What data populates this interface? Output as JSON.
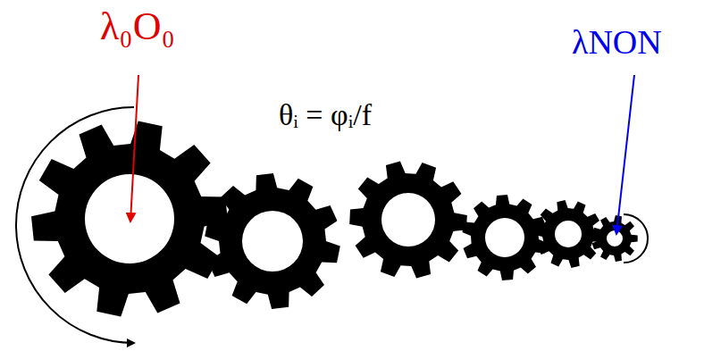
{
  "diagram": {
    "labels": [
      "λ₀O₀",
      "θᵢ = φᵢ/f",
      "λNON"
    ]
  }
}
